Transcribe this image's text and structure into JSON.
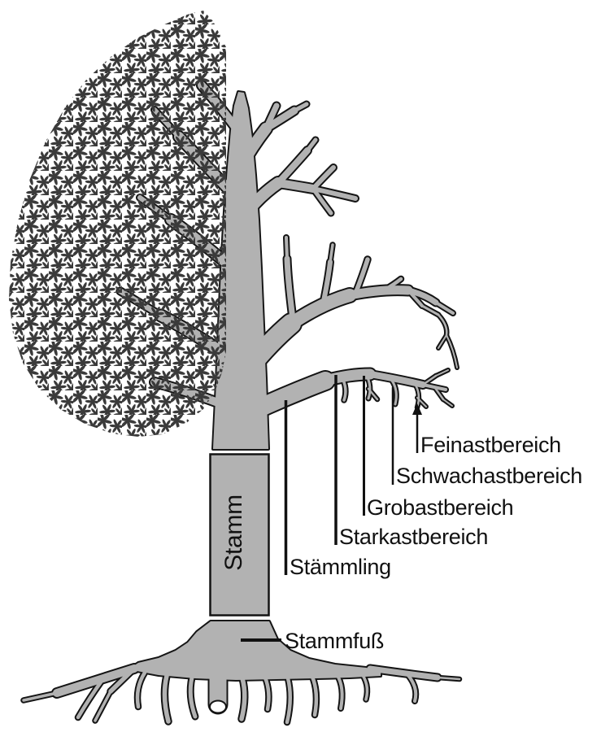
{
  "diagram": {
    "labels": {
      "stamm": "Stamm",
      "staemmling": "Stämmling",
      "stammfuss": "Stammfuß",
      "starkastbereich": "Starkastbereich",
      "grobastbereich": "Grobastbereich",
      "schwachastbereich": "Schwachastbereich",
      "feinastbereich": "Feinastbereich"
    },
    "colors": {
      "background": "#ffffff",
      "wood": "#b2b2b2",
      "outline": "#141414",
      "foliage": "#3a3a3a",
      "text": "#111111"
    }
  }
}
